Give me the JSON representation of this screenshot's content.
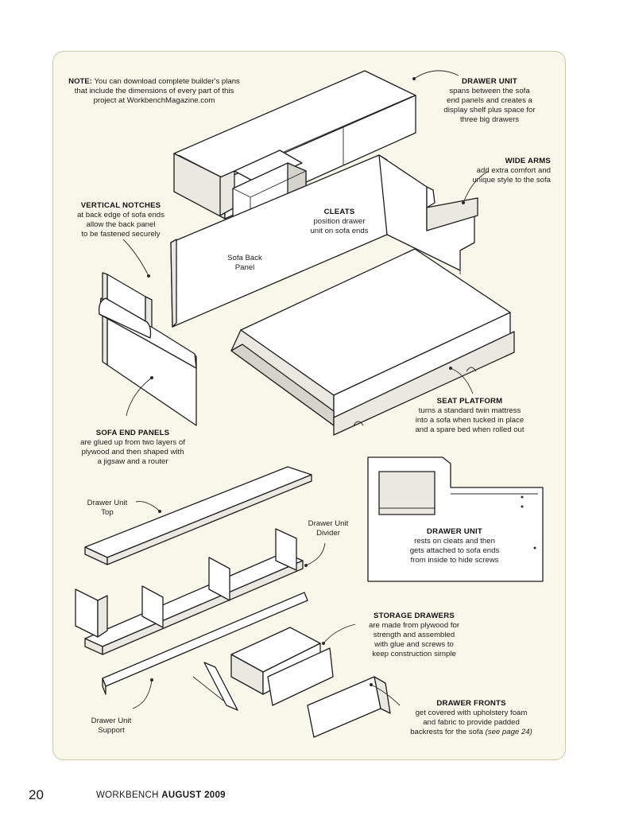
{
  "note": {
    "label": "NOTE:",
    "text": "You can download complete builder's plans that include the dimensions of every part of this project at WorkbenchMagazine.com"
  },
  "callouts": {
    "drawer_unit": {
      "title": "DRAWER UNIT",
      "lines": [
        "spans between the sofa",
        "end panels and creates a",
        "display shelf plus space for",
        "three big drawers"
      ]
    },
    "wide_arms": {
      "title": "WIDE ARMS",
      "lines": [
        "add extra comfort and",
        "unique style to the sofa"
      ]
    },
    "vertical_notches": {
      "title": "VERTICAL NOTCHES",
      "lines": [
        "at back edge of sofa ends",
        "allow the back panel",
        "to be fastened securely"
      ]
    },
    "cleats": {
      "title": "CLEATS",
      "lines": [
        "position drawer",
        "unit on sofa ends"
      ]
    },
    "sofa_back_panel": {
      "lines": [
        "Sofa Back",
        "Panel"
      ]
    },
    "seat_platform": {
      "title": "SEAT PLATFORM",
      "lines": [
        "turns a standard twin mattress",
        "into a sofa when tucked in place",
        "and a spare bed when rolled out"
      ]
    },
    "sofa_end_panels": {
      "title": "SOFA END PANELS",
      "lines": [
        "are glued up from two layers of",
        "plywood and then shaped with",
        "a jigsaw and a router"
      ]
    },
    "drawer_unit_top": {
      "lines": [
        "Drawer Unit",
        "Top"
      ]
    },
    "drawer_unit_divider": {
      "lines": [
        "Drawer Unit",
        "Divider"
      ]
    },
    "drawer_unit_detail": {
      "title": "DRAWER UNIT",
      "lines": [
        "rests on cleats and then",
        "gets attached to sofa ends",
        "from inside to hide screws"
      ]
    },
    "storage_drawers": {
      "title": "STORAGE DRAWERS",
      "lines": [
        "are made from plywood for",
        "strength and assembled",
        "with glue and screws to",
        "keep construction simple"
      ]
    },
    "drawer_fronts": {
      "title": "DRAWER FRONTS",
      "lines": [
        "get covered with upholstery foam",
        "and fabric to provide padded"
      ],
      "last_line": "backrests for the sofa",
      "last_ref": "(see page 24)"
    },
    "drawer_unit_support": {
      "lines": [
        "Drawer Unit",
        "Support"
      ]
    }
  },
  "footer": {
    "page_number": "20",
    "magazine": "WORKBENCH",
    "issue": "AUGUST 2009"
  }
}
